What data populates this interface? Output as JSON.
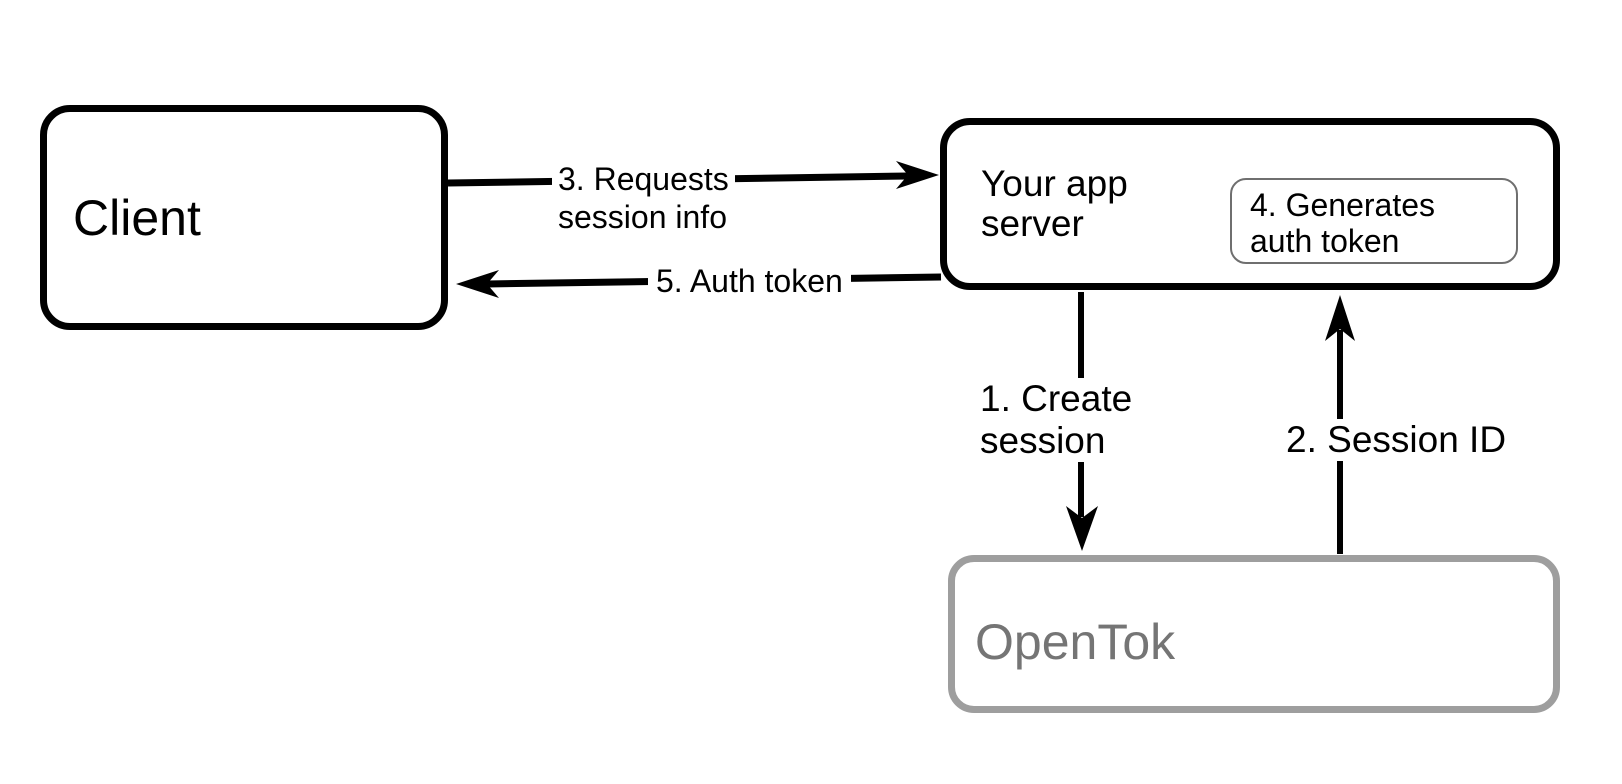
{
  "boxes": {
    "client": {
      "label": "Client"
    },
    "app_server": {
      "label_lines": [
        "Your app",
        "server"
      ]
    },
    "generate_token": {
      "label_lines": [
        "4. Generates",
        "auth token"
      ]
    },
    "opentok": {
      "label": "OpenTok"
    }
  },
  "arrows": {
    "requests_session_info": {
      "label_lines": [
        "3. Requests",
        "session info"
      ],
      "from": "Client",
      "to": "Your app server",
      "direction": "right"
    },
    "auth_token": {
      "label": "5. Auth token",
      "from": "Your app server",
      "to": "Client",
      "direction": "left"
    },
    "create_session": {
      "label_lines": [
        "1. Create",
        "session"
      ],
      "from": "Your app server",
      "to": "OpenTok",
      "direction": "down"
    },
    "session_id": {
      "label": "2. Session ID",
      "from": "OpenTok",
      "to": "Your app server",
      "direction": "up"
    }
  },
  "colors": {
    "black": "#000000",
    "opentok_border": "#9e9e9e",
    "opentok_text": "#757575",
    "generate_token_border": "#6f6f6f",
    "background": "#ffffff"
  }
}
